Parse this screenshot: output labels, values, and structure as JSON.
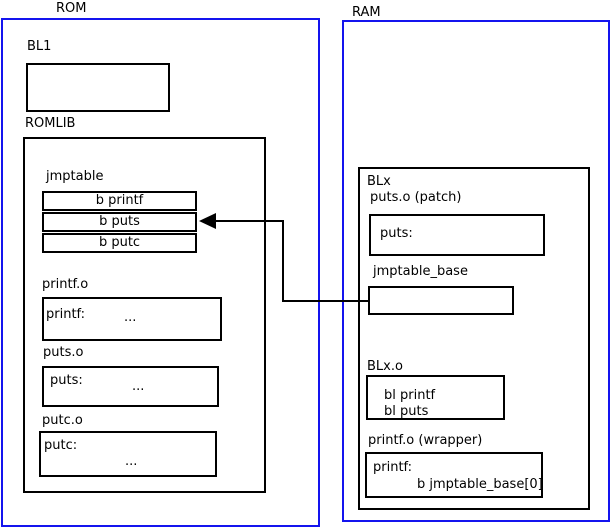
{
  "colors": {
    "frame_blue": "#1414ee",
    "box_border": "#000000",
    "background": "#ffffff",
    "text": "#000000"
  },
  "rom": {
    "label": "ROM",
    "bl1": {
      "label": "BL1"
    },
    "romlib": {
      "label": "ROMLIB",
      "jmptable": {
        "label": "jmptable",
        "rows": [
          "b printf",
          "b puts",
          "b putc"
        ]
      },
      "printf_o": {
        "label": "printf.o",
        "symbol": "printf:",
        "ellipsis": "..."
      },
      "puts_o": {
        "label": "puts.o",
        "symbol": "puts:",
        "ellipsis": "..."
      },
      "putc_o": {
        "label": "putc.o",
        "symbol": "putc:",
        "ellipsis": "..."
      }
    }
  },
  "ram": {
    "label": "RAM",
    "blx": {
      "label": "BLx",
      "puts_patch": {
        "label": "puts.o (patch)",
        "symbol": "puts:"
      },
      "jmptable_base": {
        "label": "jmptable_base"
      },
      "blx_o": {
        "label": "BLx.o",
        "line1": "bl printf",
        "line2": "bl puts"
      },
      "printf_wrapper": {
        "label": "printf.o (wrapper)",
        "symbol": "printf:",
        "body": "b jmptable_base[0]"
      }
    }
  }
}
